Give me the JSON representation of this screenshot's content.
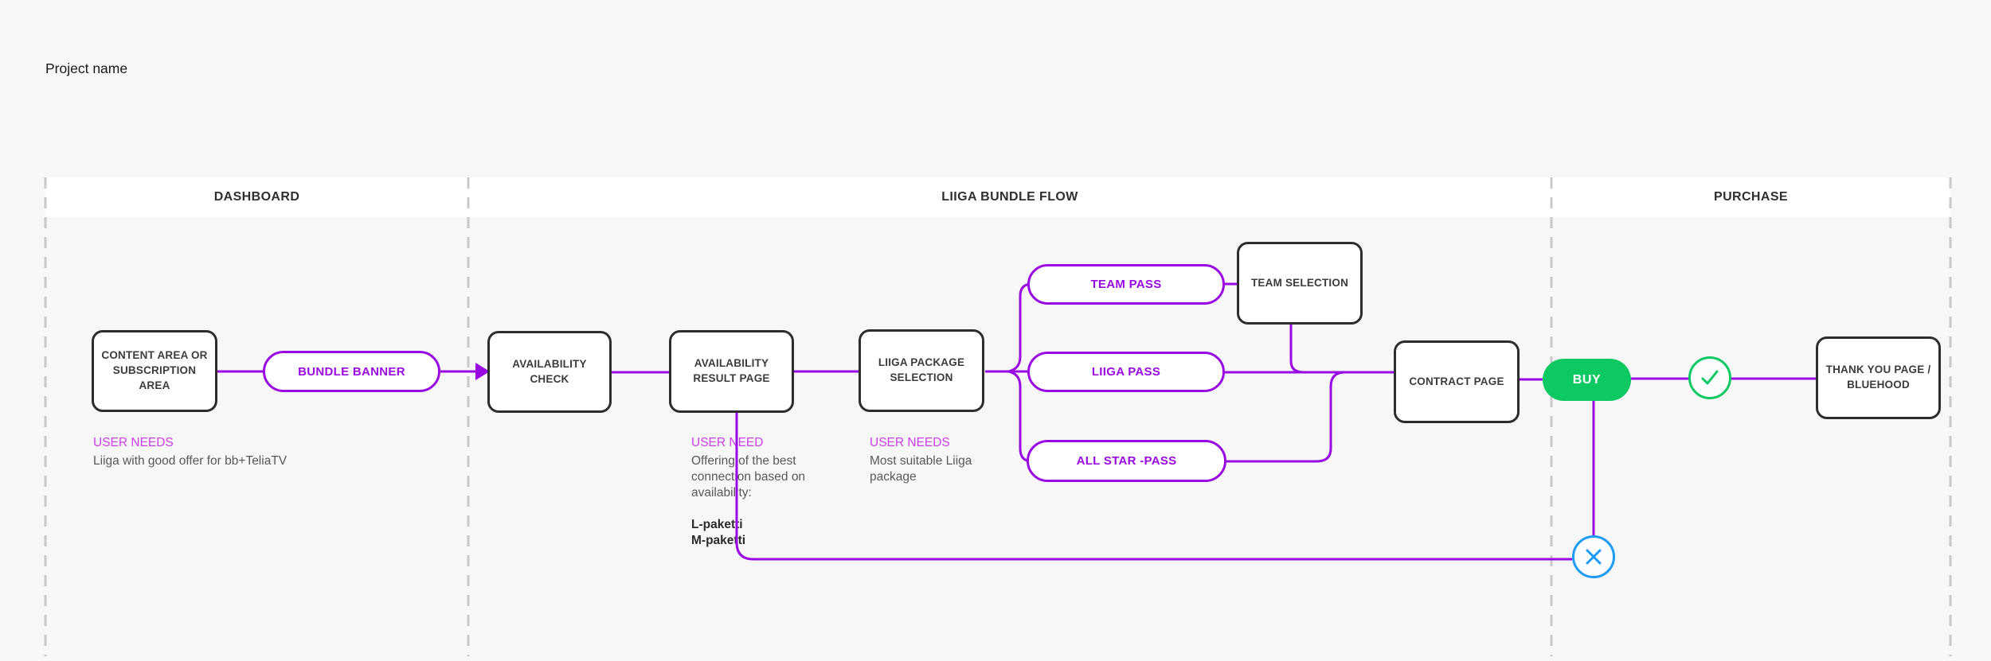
{
  "page": {
    "title": "Project name"
  },
  "lanes": [
    {
      "label": "DASHBOARD"
    },
    {
      "label": "LIIGA BUNDLE FLOW"
    },
    {
      "label": "PURCHASE"
    }
  ],
  "nodes": {
    "content_area": {
      "label": "CONTENT AREA OR SUBSCRIPTION AREA"
    },
    "bundle_banner": {
      "label": "BUNDLE BANNER"
    },
    "availability_check": {
      "label": "AVAILABILITY CHECK"
    },
    "availability_result": {
      "label": "AVAILABILITY RESULT PAGE"
    },
    "liiga_package_selection": {
      "label": "LIIGA PACKAGE SELECTION"
    },
    "team_pass": {
      "label": "TEAM PASS"
    },
    "team_selection": {
      "label": "TEAM SELECTION"
    },
    "liiga_pass": {
      "label": "LIIGA PASS"
    },
    "all_star_pass": {
      "label": "ALL STAR -PASS"
    },
    "contract_page": {
      "label": "CONTRACT PAGE"
    },
    "buy": {
      "label": "BUY"
    },
    "thank_you": {
      "label": "THANK YOU PAGE / BLUEHOOD"
    }
  },
  "icons": {
    "success": "check-circle-icon",
    "failure": "close-circle-icon"
  },
  "annotations": {
    "dashboard": {
      "title": "USER NEEDS",
      "body": "Liiga with good offer for bb+TeliaTV"
    },
    "availability": {
      "title": "USER NEED",
      "body": "Offering of the best connection based on availability:",
      "packages": [
        "L-paketti",
        "M-paketti"
      ]
    },
    "package": {
      "title": "USER NEEDS",
      "body": "Most suitable Liiga package"
    }
  },
  "colors": {
    "purple": "#990AE3",
    "magenta": "#CD3CEB",
    "green": "#0DC962",
    "blue": "#1E9BF5",
    "node_border": "#2D2D2D",
    "lane_dash": "#C9C9C9",
    "band": "#FFFFFF",
    "background": "#F7F7F8"
  }
}
